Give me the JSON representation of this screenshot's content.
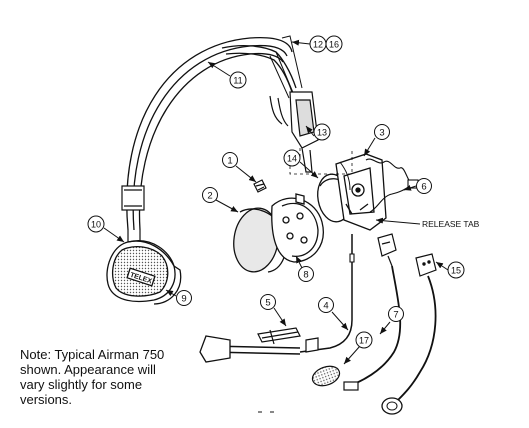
{
  "diagram": {
    "callouts": [
      "1",
      "2",
      "3",
      "4",
      "5",
      "6",
      "7",
      "8",
      "9",
      "10",
      "11",
      "12",
      "13",
      "14",
      "15",
      "16",
      "17"
    ],
    "release_tab_label": "RELEASE TAB",
    "brand_text": "TELEX"
  },
  "note": {
    "lines": [
      "Note: Typical Airman 750",
      "shown. Appearance will",
      "vary slightly for some",
      "versions."
    ]
  },
  "colors": {
    "ink": "#111111",
    "paper": "#ffffff",
    "pad": "#e8e8e8",
    "dots": "#555555"
  }
}
